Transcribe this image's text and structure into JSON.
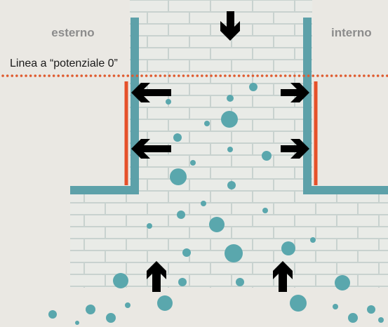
{
  "labels": {
    "outside": "esterno",
    "inside": "interno",
    "zero_potential_line": "Linea a “potenziale 0”"
  },
  "colors": {
    "background": "#eae8e3",
    "brick_fill": "#e9ebe7",
    "mortar": "#c8d2cf",
    "membrane_teal": "#5da1a9",
    "highlight_orange": "#e5502a",
    "dotted_line": "#df5a2e",
    "droplet": "#5aa7ad",
    "arrow": "#000000",
    "label_gray": "#8c8c8c",
    "label_dark": "#1a1a1a"
  },
  "icons": {
    "down_arrow": "arrow-down-icon",
    "up_arrows": "arrow-up-icon",
    "left_arrows": "arrow-left-icon",
    "right_arrows": "arrow-right-icon",
    "droplets": "moisture-droplet-icon"
  }
}
